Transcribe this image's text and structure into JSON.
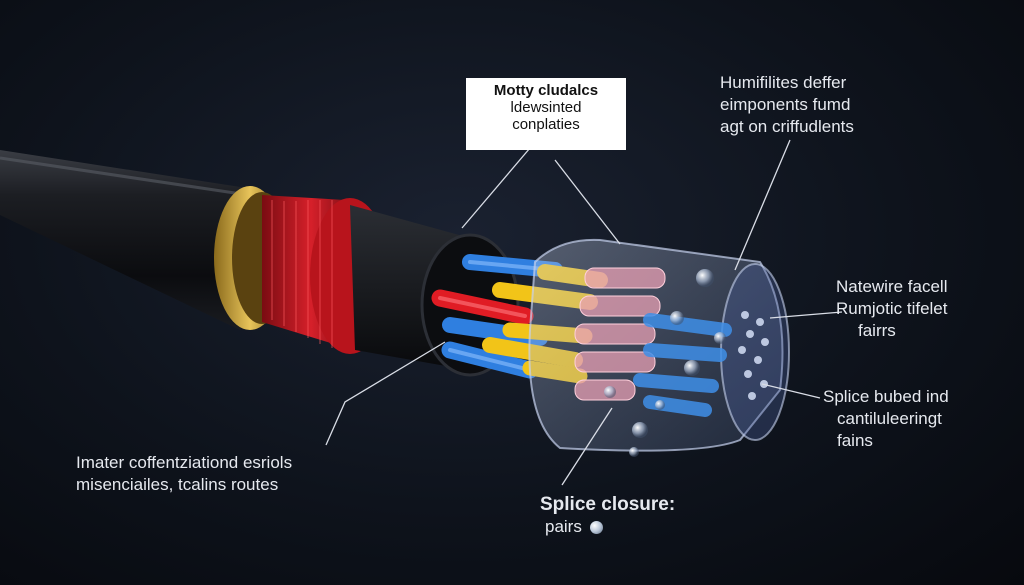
{
  "labels": {
    "boxed": [
      "Motty cludalcs",
      "ldewsinted",
      "conplaties"
    ],
    "top_right": [
      "Humifilites deffer",
      "eimponents fumd",
      "agt on criffudlents"
    ],
    "right_mid": [
      "Natewire facell",
      "Rumjotic tifelet",
      "fairrs"
    ],
    "right_low": [
      "Splice bubed ind",
      "cantiluleeringt",
      "fains"
    ],
    "bottom_left": [
      "Imater coffentziationd esriols",
      "misenciailes, tcalins routes"
    ],
    "bottom_center": [
      "Splice closure:",
      "pairs"
    ]
  },
  "colors": {
    "jacket": "#15171b",
    "gold_ring": "#c9a23a",
    "red_strength": "#b8141c",
    "fiber_blue": "#2f7fe0",
    "fiber_yellow": "#f2c418",
    "fiber_red": "#e01c24",
    "fiber_pink": "#e8a0b4",
    "closure": "#9fb2d8"
  }
}
